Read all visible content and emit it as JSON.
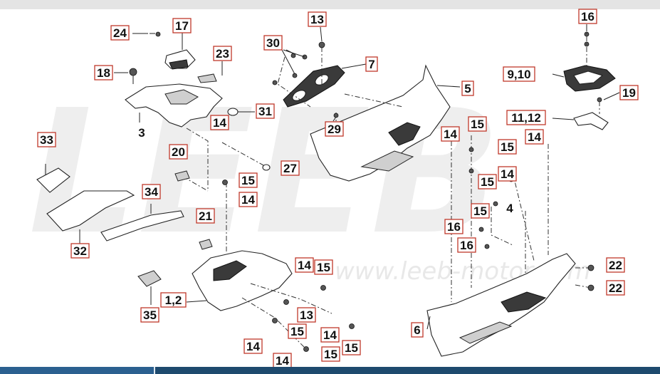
{
  "diagram": {
    "watermark": {
      "brand": "LEEB",
      "url": "www.leeb-motor.com"
    },
    "part_labels": [
      {
        "id": "lbl-24",
        "text": "24",
        "boxed": true
      },
      {
        "id": "lbl-17",
        "text": "17",
        "boxed": true
      },
      {
        "id": "lbl-23",
        "text": "23",
        "boxed": true
      },
      {
        "id": "lbl-18",
        "text": "18",
        "boxed": true
      },
      {
        "id": "lbl-3",
        "text": "3",
        "boxed": false
      },
      {
        "id": "lbl-31",
        "text": "31",
        "boxed": true
      },
      {
        "id": "lbl-14a",
        "text": "14",
        "boxed": true
      },
      {
        "id": "lbl-20",
        "text": "20",
        "boxed": true
      },
      {
        "id": "lbl-27",
        "text": "27",
        "boxed": true
      },
      {
        "id": "lbl-33",
        "text": "33",
        "boxed": true
      },
      {
        "id": "lbl-34",
        "text": "34",
        "boxed": true
      },
      {
        "id": "lbl-32",
        "text": "32",
        "boxed": true
      },
      {
        "id": "lbl-15a",
        "text": "15",
        "boxed": true
      },
      {
        "id": "lbl-14b",
        "text": "14",
        "boxed": true
      },
      {
        "id": "lbl-21",
        "text": "21",
        "boxed": true
      },
      {
        "id": "lbl-35",
        "text": "35",
        "boxed": true
      },
      {
        "id": "lbl-1-2",
        "text": "1,2",
        "boxed": true
      },
      {
        "id": "lbl-14c",
        "text": "14",
        "boxed": true
      },
      {
        "id": "lbl-15b",
        "text": "15",
        "boxed": true
      },
      {
        "id": "lbl-13b",
        "text": "13",
        "boxed": true
      },
      {
        "id": "lbl-15c",
        "text": "15",
        "boxed": true
      },
      {
        "id": "lbl-14d",
        "text": "14",
        "boxed": true
      },
      {
        "id": "lbl-15d",
        "text": "15",
        "boxed": true
      },
      {
        "id": "lbl-14e",
        "text": "14",
        "boxed": true
      },
      {
        "id": "lbl-15e",
        "text": "15",
        "boxed": true
      },
      {
        "id": "lbl-14f",
        "text": "14",
        "boxed": true
      },
      {
        "id": "lbl-30",
        "text": "30",
        "boxed": true
      },
      {
        "id": "lbl-13a",
        "text": "13",
        "boxed": true
      },
      {
        "id": "lbl-7",
        "text": "7",
        "boxed": true
      },
      {
        "id": "lbl-5",
        "text": "5",
        "boxed": true
      },
      {
        "id": "lbl-29",
        "text": "29",
        "boxed": true
      },
      {
        "id": "lbl-16a",
        "text": "16",
        "boxed": true
      },
      {
        "id": "lbl-9-10",
        "text": "9,10",
        "boxed": true
      },
      {
        "id": "lbl-19",
        "text": "19",
        "boxed": true
      },
      {
        "id": "lbl-11-12",
        "text": "11,12",
        "boxed": true
      },
      {
        "id": "lbl-14g",
        "text": "14",
        "boxed": true
      },
      {
        "id": "lbl-15f",
        "text": "15",
        "boxed": true
      },
      {
        "id": "lbl-14h",
        "text": "14",
        "boxed": true
      },
      {
        "id": "lbl-15g",
        "text": "15",
        "boxed": true
      },
      {
        "id": "lbl-14i",
        "text": "14",
        "boxed": true
      },
      {
        "id": "lbl-15h",
        "text": "15",
        "boxed": true
      },
      {
        "id": "lbl-14j",
        "text": "4",
        "boxed": false
      },
      {
        "id": "lbl-15i",
        "text": "15",
        "boxed": true
      },
      {
        "id": "lbl-16b",
        "text": "16",
        "boxed": true
      },
      {
        "id": "lbl-16c",
        "text": "16",
        "boxed": true
      },
      {
        "id": "lbl-22a",
        "text": "22",
        "boxed": true
      },
      {
        "id": "lbl-22b",
        "text": "22",
        "boxed": true
      },
      {
        "id": "lbl-6",
        "text": "6",
        "boxed": true
      }
    ]
  }
}
